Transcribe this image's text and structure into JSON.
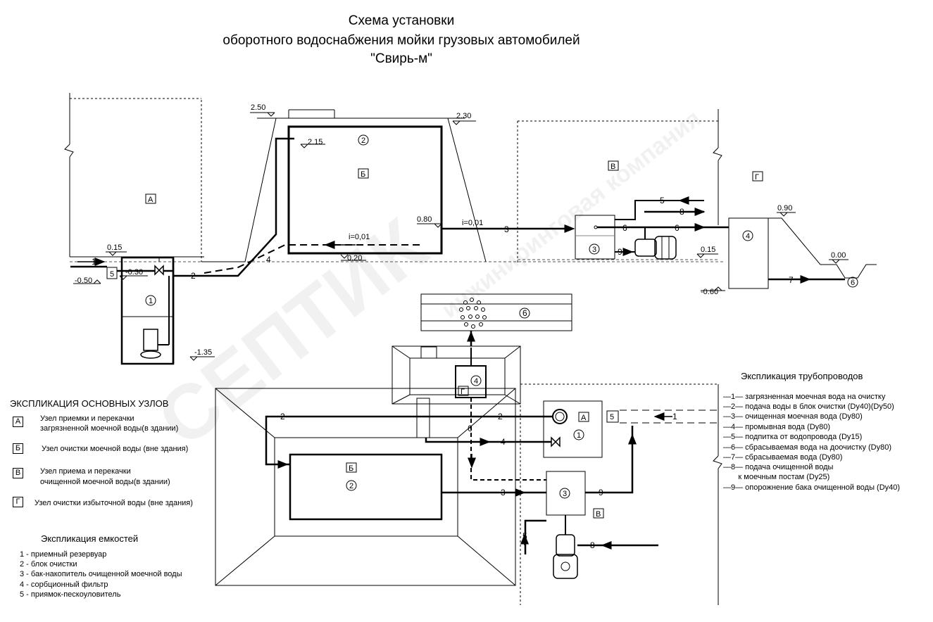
{
  "title": {
    "line1": "Схема установки",
    "line2": "оборотного водоснабжения мойки грузовых автомобилей",
    "line3": "\"Свирь-м\""
  },
  "watermark": {
    "word1": "СЕПТИК",
    "word2": "инжиниринговая компания"
  },
  "zones": {
    "a": "А",
    "b": "Б",
    "v": "В",
    "g": "Г"
  },
  "elevations": {
    "e250": "2.50",
    "e230": "2.30",
    "e215": "2.15",
    "e015_left": "0.15",
    "e030": "-0.30",
    "e050": "-0.50",
    "e135": "-1.35",
    "e080": "0.80",
    "e020": "0.20",
    "e015_right": "0.15",
    "e090": "0.90",
    "e000": "0.00",
    "e060": "-0.60"
  },
  "slopes": {
    "s1": "i=0,01",
    "s2": "i=0,01"
  },
  "numbers": {
    "n1": "1",
    "n2": "2",
    "n3": "3",
    "n4": "4",
    "n5": "5",
    "n6": "6",
    "n7": "7",
    "n8": "8",
    "n9": "9"
  },
  "nodes_legend": {
    "heading": "ЭКСПЛИКАЦИЯ ОСНОВНЫХ УЗЛОВ",
    "items": [
      {
        "letter": "А",
        "line1": "Узел приемки и перекачки",
        "line2": "загрязненной моечной воды(в здании)"
      },
      {
        "letter": "Б",
        "line1": "Узел очистки моечной воды (вне здания)",
        "line2": ""
      },
      {
        "letter": "В",
        "line1": "Узел приема и перекачки",
        "line2": "очищенной моечной воды(в здании)"
      },
      {
        "letter": "Г",
        "line1": "Узел очистки избыточной воды (вне здания)",
        "line2": ""
      }
    ]
  },
  "tanks_legend": {
    "heading": "Экспликация емкостей",
    "items": [
      "1 - приемный резервуар",
      "2 - блок очистки",
      "3 - бак-накопитель очищенной моечной воды",
      "4 - сорбционный фильтр",
      "5 - приямок-пескоуловитель"
    ]
  },
  "pipes_legend": {
    "heading": "Экспликация трубопроводов",
    "items": [
      "—1— загрязненная моечная вода на очистку",
      "—2— подача воды в блок очистки (Dy40)(Dy50)",
      "—3— очищенная моечная вода (Dy80)",
      "—4— промывная вода (Dy80)",
      "—5— подпитка от водопровода (Dy15)",
      "—6— сбрасываемая вода на доочистку (Dy80)",
      "—7— сбрасываемая вода (Dy80)",
      "—8— подача очищенной воды",
      "       к моечным постам (Dy25)",
      "—9— опорожнение бака очищенной воды (Dy40)"
    ]
  }
}
